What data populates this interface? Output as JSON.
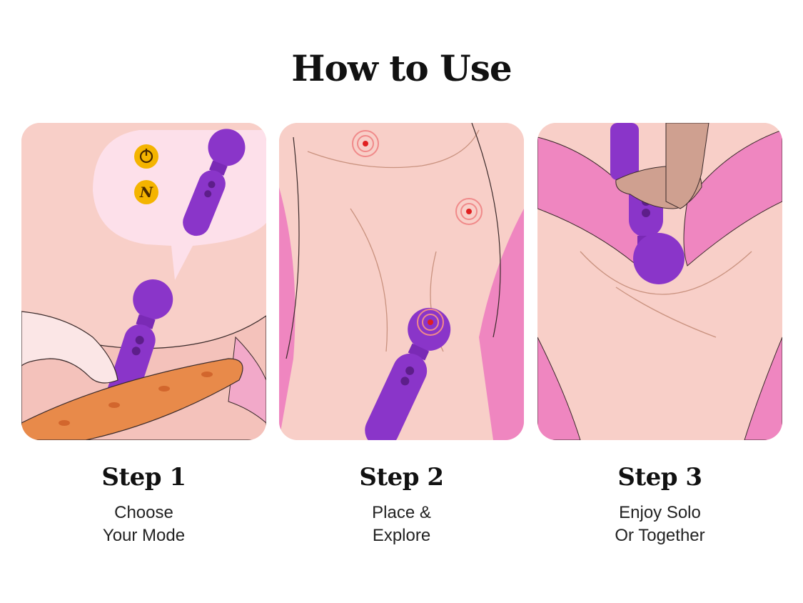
{
  "title": "How to Use",
  "colors": {
    "skin": "#f8cfc8",
    "device": "#8a35c9",
    "accent_pink": "#ef86c0",
    "badge": "#f4b400"
  },
  "steps": [
    {
      "heading": "Step 1",
      "lines": [
        "Choose",
        "Your Mode"
      ],
      "illustration": "choose-mode-illustration"
    },
    {
      "heading": "Step 2",
      "lines": [
        "Place &",
        "Explore"
      ],
      "illustration": "place-explore-illustration"
    },
    {
      "heading": "Step 3",
      "lines": [
        "Enjoy Solo",
        "Or Together"
      ],
      "illustration": "enjoy-illustration"
    }
  ]
}
